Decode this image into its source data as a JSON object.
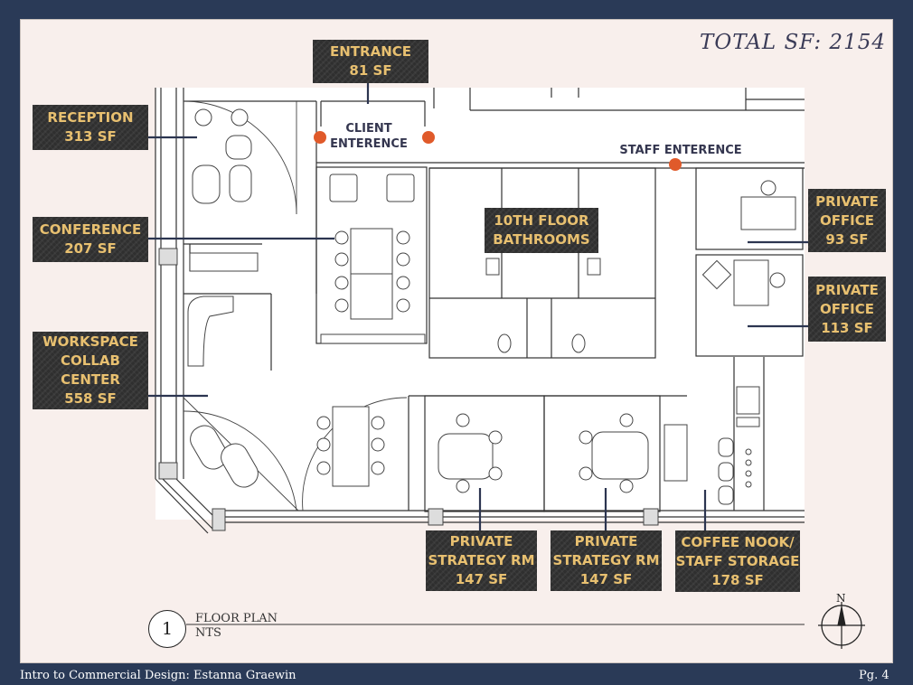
{
  "total_sf": "TOTAL SF: 2154",
  "rooms": {
    "entrance": "ENTRANCE\n81 SF",
    "reception": "RECEPTION\n313 SF",
    "conference": "CONFERENCE\n207 SF",
    "workspace": "WORKSPACE\nCOLLAB\nCENTER\n558 SF",
    "bathrooms": "10TH FLOOR\nBATHROOMS",
    "office_93": "PRIVATE\nOFFICE\n93 SF",
    "office_113": "PRIVATE\nOFFICE\n113 SF",
    "strategy_1": "PRIVATE\nSTRATEGY RM\n147 SF",
    "strategy_2": "PRIVATE\nSTRATEGY RM\n147 SF",
    "coffee": "COFFEE NOOK/\nSTAFF STORAGE\n178 SF"
  },
  "labels": {
    "client_entrance": "CLIENT\nENTERENCE",
    "staff_entrance": "STAFF ENTERENCE"
  },
  "title_block": {
    "number": "1",
    "title": "FLOOR PLAN",
    "scale": "NTS"
  },
  "north": "N",
  "footer": {
    "left": "Intro to Commercial Design: Estanna Graewin",
    "right": "Pg. 4"
  },
  "colors": {
    "border": "#2a3a57",
    "sheet": "#f8efec",
    "tag_bg": "#2f2f2f",
    "tag_text": "#e8c070",
    "entry_dot": "#e05a2a",
    "leader": "#2c3550"
  }
}
